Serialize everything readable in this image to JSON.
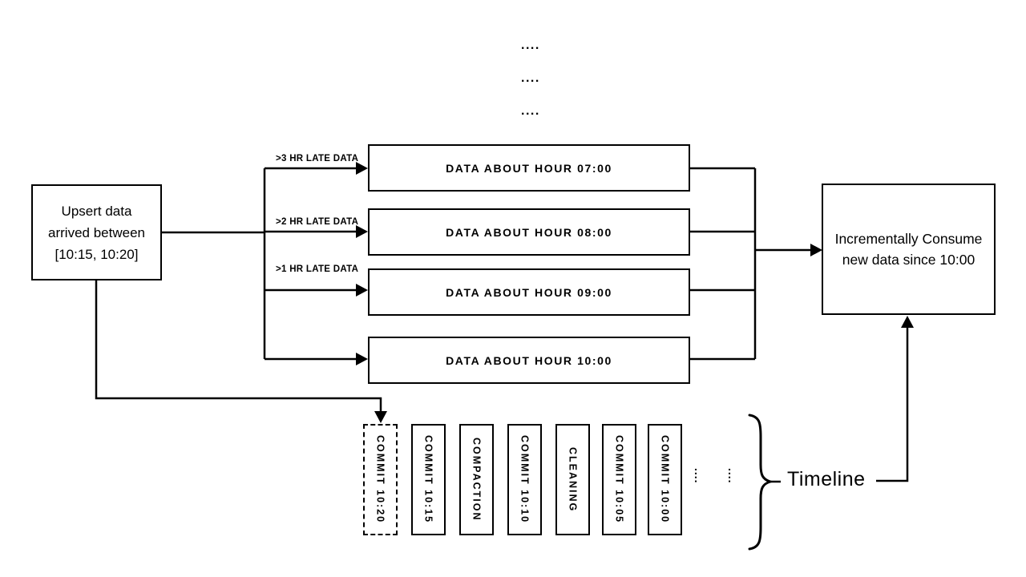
{
  "diagram": {
    "background": "#ffffff",
    "stroke_color": "#000000",
    "top_dots": [
      "....",
      "....",
      "...."
    ],
    "upsert_box": {
      "lines": [
        "Upsert data",
        "arrived between",
        "[10:15, 10:20]"
      ]
    },
    "arrow_labels": [
      ">3 HR LATE DATA",
      ">2 HR LATE DATA",
      ">1 HR LATE DATA"
    ],
    "hour_boxes": [
      "DATA ABOUT HOUR 07:00",
      "DATA ABOUT HOUR 08:00",
      "DATA ABOUT HOUR 09:00",
      "DATA ABOUT HOUR 10:00"
    ],
    "consume_box": {
      "lines": [
        "Incrementally Consume",
        "new data since 10:00"
      ]
    },
    "timeline": {
      "label": "Timeline",
      "entries": [
        {
          "text": "COMMIT 10:20",
          "border": "dashed"
        },
        {
          "text": "COMMIT 10:15",
          "border": "solid"
        },
        {
          "text": "COMPACTION",
          "border": "solid"
        },
        {
          "text": "COMMIT 10:10",
          "border": "solid"
        },
        {
          "text": "CLEANING",
          "border": "solid"
        },
        {
          "text": "COMMIT 10:05",
          "border": "solid"
        },
        {
          "text": "COMMIT 10:00",
          "border": "solid"
        }
      ],
      "ellipses": [
        "....",
        "...."
      ]
    }
  }
}
